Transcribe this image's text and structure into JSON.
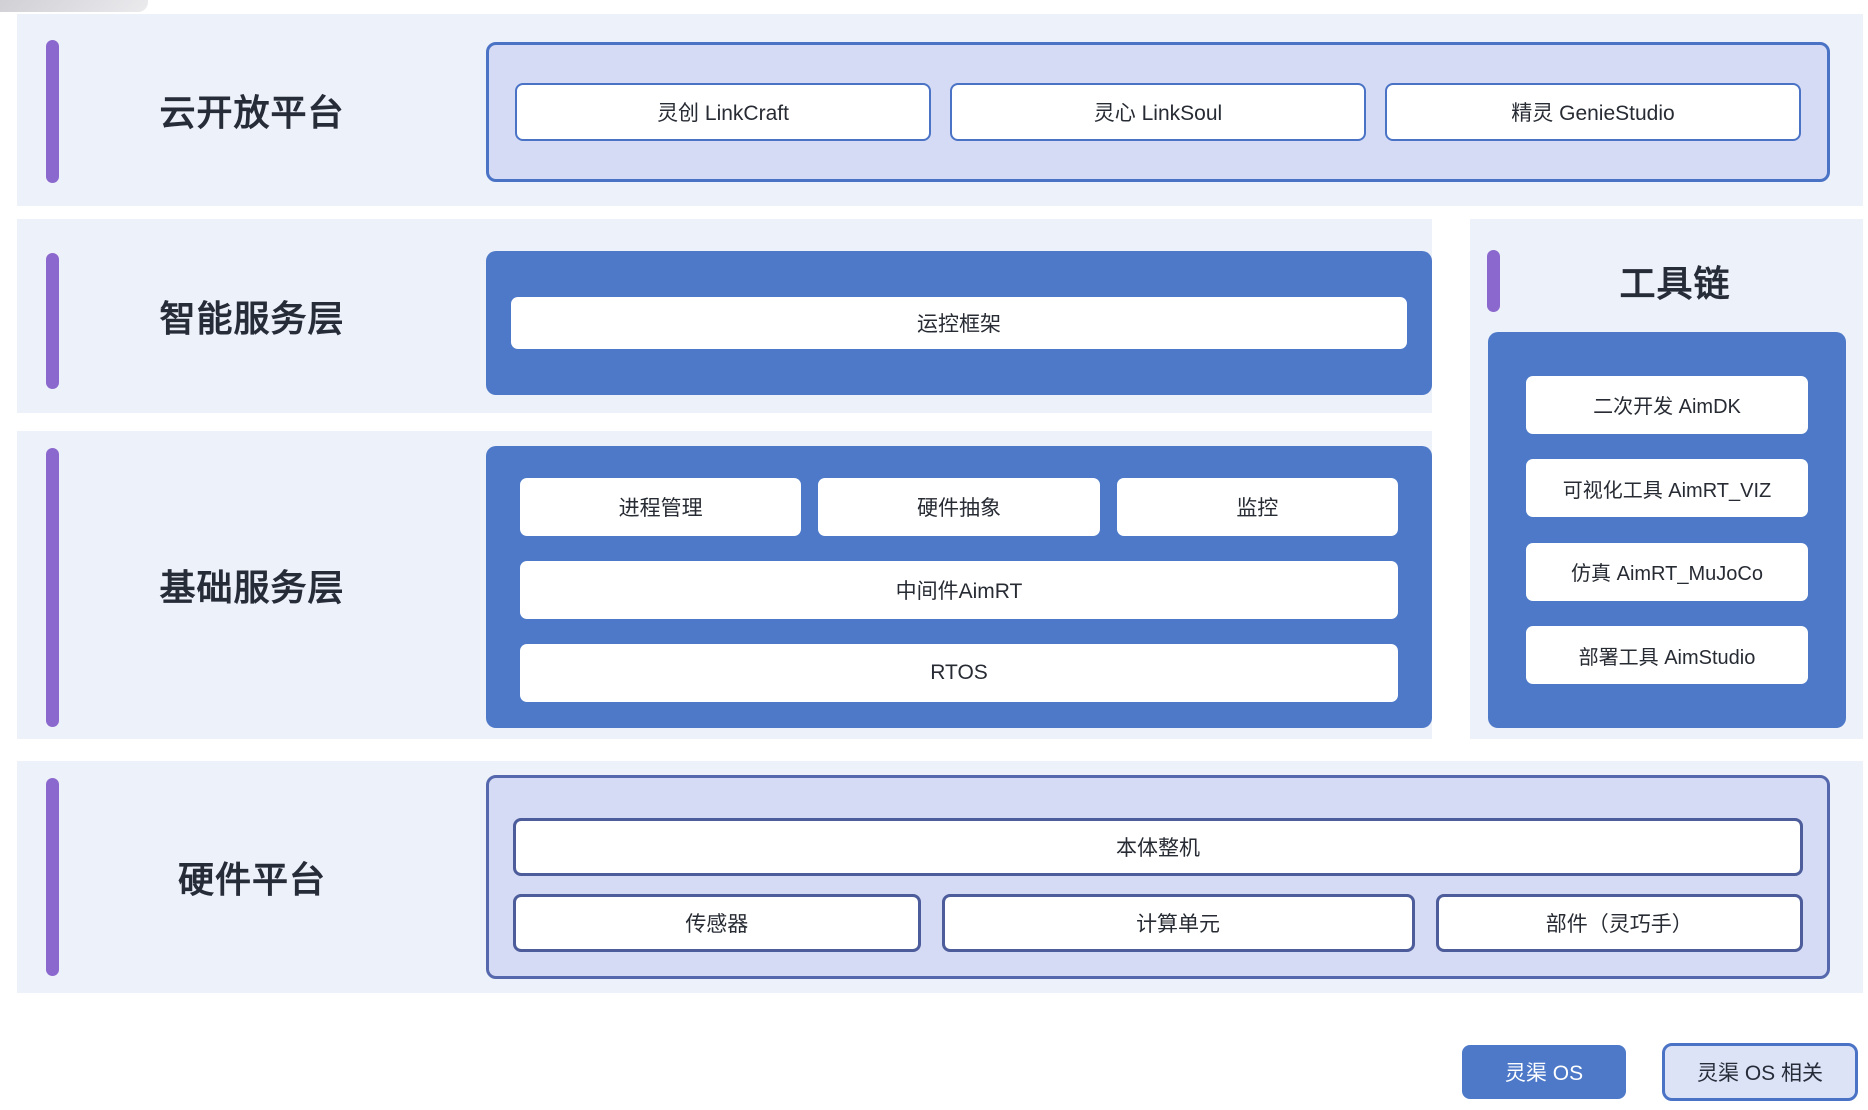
{
  "colors": {
    "accent_purple": "#8b68cd",
    "blue": "#4d79c8",
    "light_purple": "#d5dbf4",
    "border_blue": "#4a73c6",
    "border_navy": "#4d5c9b",
    "hw_container_border": "#5568ad",
    "section_bg": "#edf1f9",
    "text_dark": "#272c39",
    "legend_light_fill": "#dde3f7"
  },
  "sections": {
    "cloud": {
      "title": "云开放平台",
      "items": [
        "灵创 LinkCraft",
        "灵心 LinkSoul",
        "精灵 GenieStudio"
      ]
    },
    "intelligent": {
      "title": "智能服务层",
      "item": "运控框架"
    },
    "basic": {
      "title": "基础服务层",
      "row1": [
        "进程管理",
        "硬件抽象",
        "监控"
      ],
      "middleware": "中间件AimRT",
      "rtos": "RTOS"
    },
    "toolchain": {
      "title": "工具链",
      "items": [
        "二次开发 AimDK",
        "可视化工具 AimRT_VIZ",
        "仿真 AimRT_MuJoCo",
        "部署工具 AimStudio"
      ]
    },
    "hardware": {
      "title": "硬件平台",
      "whole": "本体整机",
      "row": [
        "传感器",
        "计算单元",
        "部件（灵巧手）"
      ]
    }
  },
  "legend": {
    "os_label": "灵渠 OS",
    "related_label": "灵渠 OS 相关"
  }
}
